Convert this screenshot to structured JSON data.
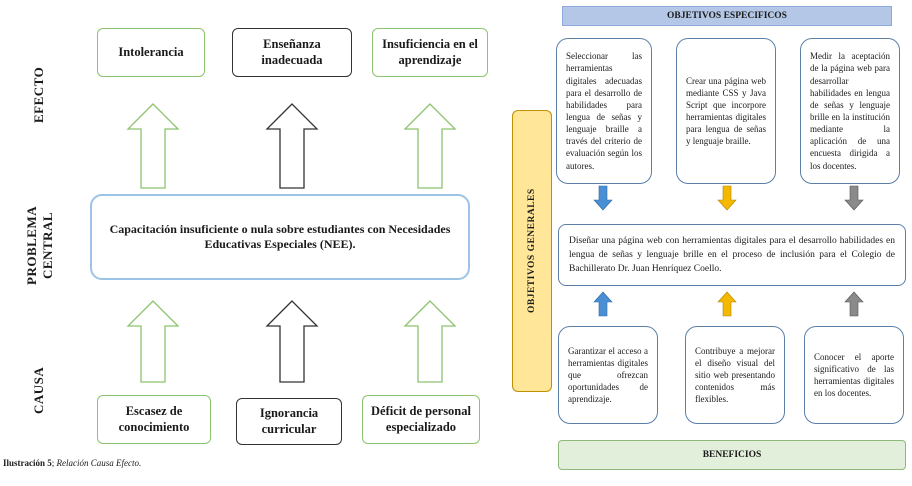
{
  "diagram": {
    "left": {
      "labels": {
        "effect": "EFECTO",
        "central": "PROBLEMA\nCENTRAL",
        "cause": "CAUSA"
      },
      "effects": [
        "Intolerancia",
        "Enseñanza\ninadecuada",
        "Insuficiencia en el\naprendizaje"
      ],
      "central_problem": "Capacitación insuficiente o nula sobre estudiantes con Necesidades Educativas Especiales (NEE).",
      "causes": [
        "Escasez de\nconocimiento",
        "Ignorancia\ncurricular",
        "Déficit de personal\nespecializado"
      ],
      "caption_bold": "Ilustración 5",
      "caption_sep": "; ",
      "caption_italic": "Relación Causa Efecto."
    },
    "right": {
      "specific_header": "OBJETIVOS ESPECIFICOS",
      "general_label": "OBJETIVOS GENERALES",
      "specific_objectives": [
        "Seleccionar las herramientas digitales adecuadas para el desarrollo de habilidades para lengua de señas y lenguaje braille a través del criterio de evaluación según los autores.",
        "Crear una página web mediante CSS y Java Script que incorpore herramientas digitales para lengua de señas y lenguaje braille.",
        "Medir la aceptación de la página web para desarrollar habilidades en lengua de señas y lenguaje brille en la institución mediante la aplicación de una encuesta dirigida a los docentes."
      ],
      "general_objective": "Diseñar una página web con herramientas digitales para el desarrollo habilidades en lengua de señas y lenguaje brille en el proceso de inclusión para el Colegio de Bachillerato Dr. Juan Henríquez Coello.",
      "benefits": [
        "Garantizar el acceso a herramientas digitales que ofrezcan oportunidades de aprendizaje.",
        "Contribuye a mejorar el diseño visual del sitio web presentando contenidos más flexibles.",
        "Conocer el aporte significativo de las herramientas digitales en los docentes."
      ],
      "benefits_header": "BENEFICIOS",
      "colors": {
        "blue_arrow": "#4a8fd4",
        "yellow_arrow": "#f5b800",
        "gray_arrow": "#7f7f7f"
      }
    }
  }
}
